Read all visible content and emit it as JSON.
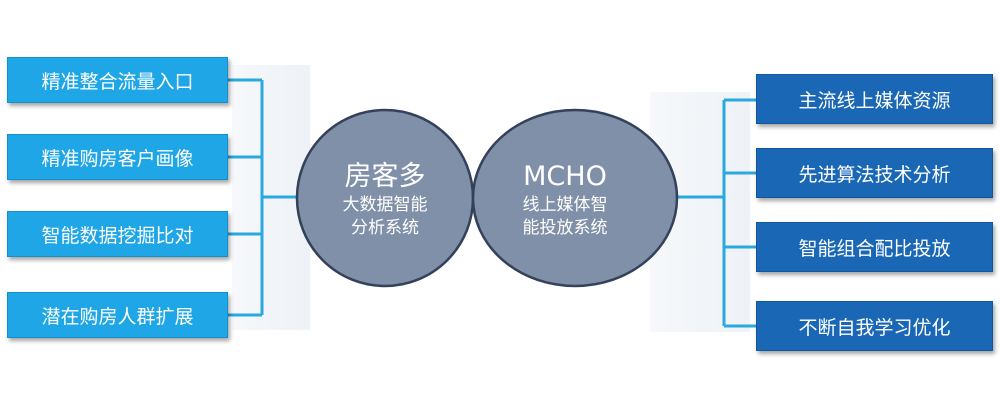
{
  "colors": {
    "left_box": "#1ea6e6",
    "right_box": "#1967b5",
    "connector": "#2aa8e0",
    "circle_fill": "#8090a8",
    "circle_stroke": "#33415a"
  },
  "left_items": [
    {
      "label": "精准整合流量入口"
    },
    {
      "label": "精准购房客户画像"
    },
    {
      "label": "智能数据挖掘比对"
    },
    {
      "label": "潜在购房人群扩展"
    }
  ],
  "right_items": [
    {
      "label": "主流线上媒体资源"
    },
    {
      "label": "先进算法技术分析"
    },
    {
      "label": "智能组合配比投放"
    },
    {
      "label": "不断自我学习优化"
    }
  ],
  "left_circle": {
    "title": "房客多",
    "line1": "大数据智能",
    "line2": "分析系统"
  },
  "right_circle": {
    "title": "MCHO",
    "line1": "线上媒体智",
    "line2": "能投放系统"
  }
}
